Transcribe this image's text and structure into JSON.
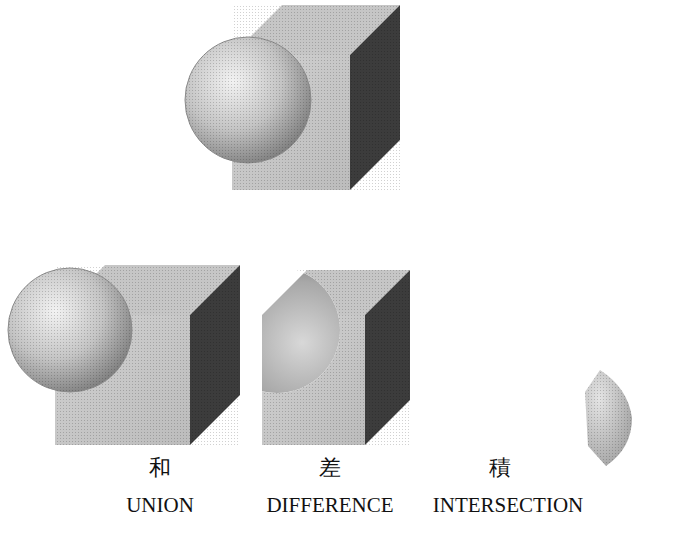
{
  "diagram": {
    "labels": [
      "和",
      "UNION",
      "差",
      "DIFFERENCE",
      "積",
      "INTERSECTION"
    ]
  }
}
